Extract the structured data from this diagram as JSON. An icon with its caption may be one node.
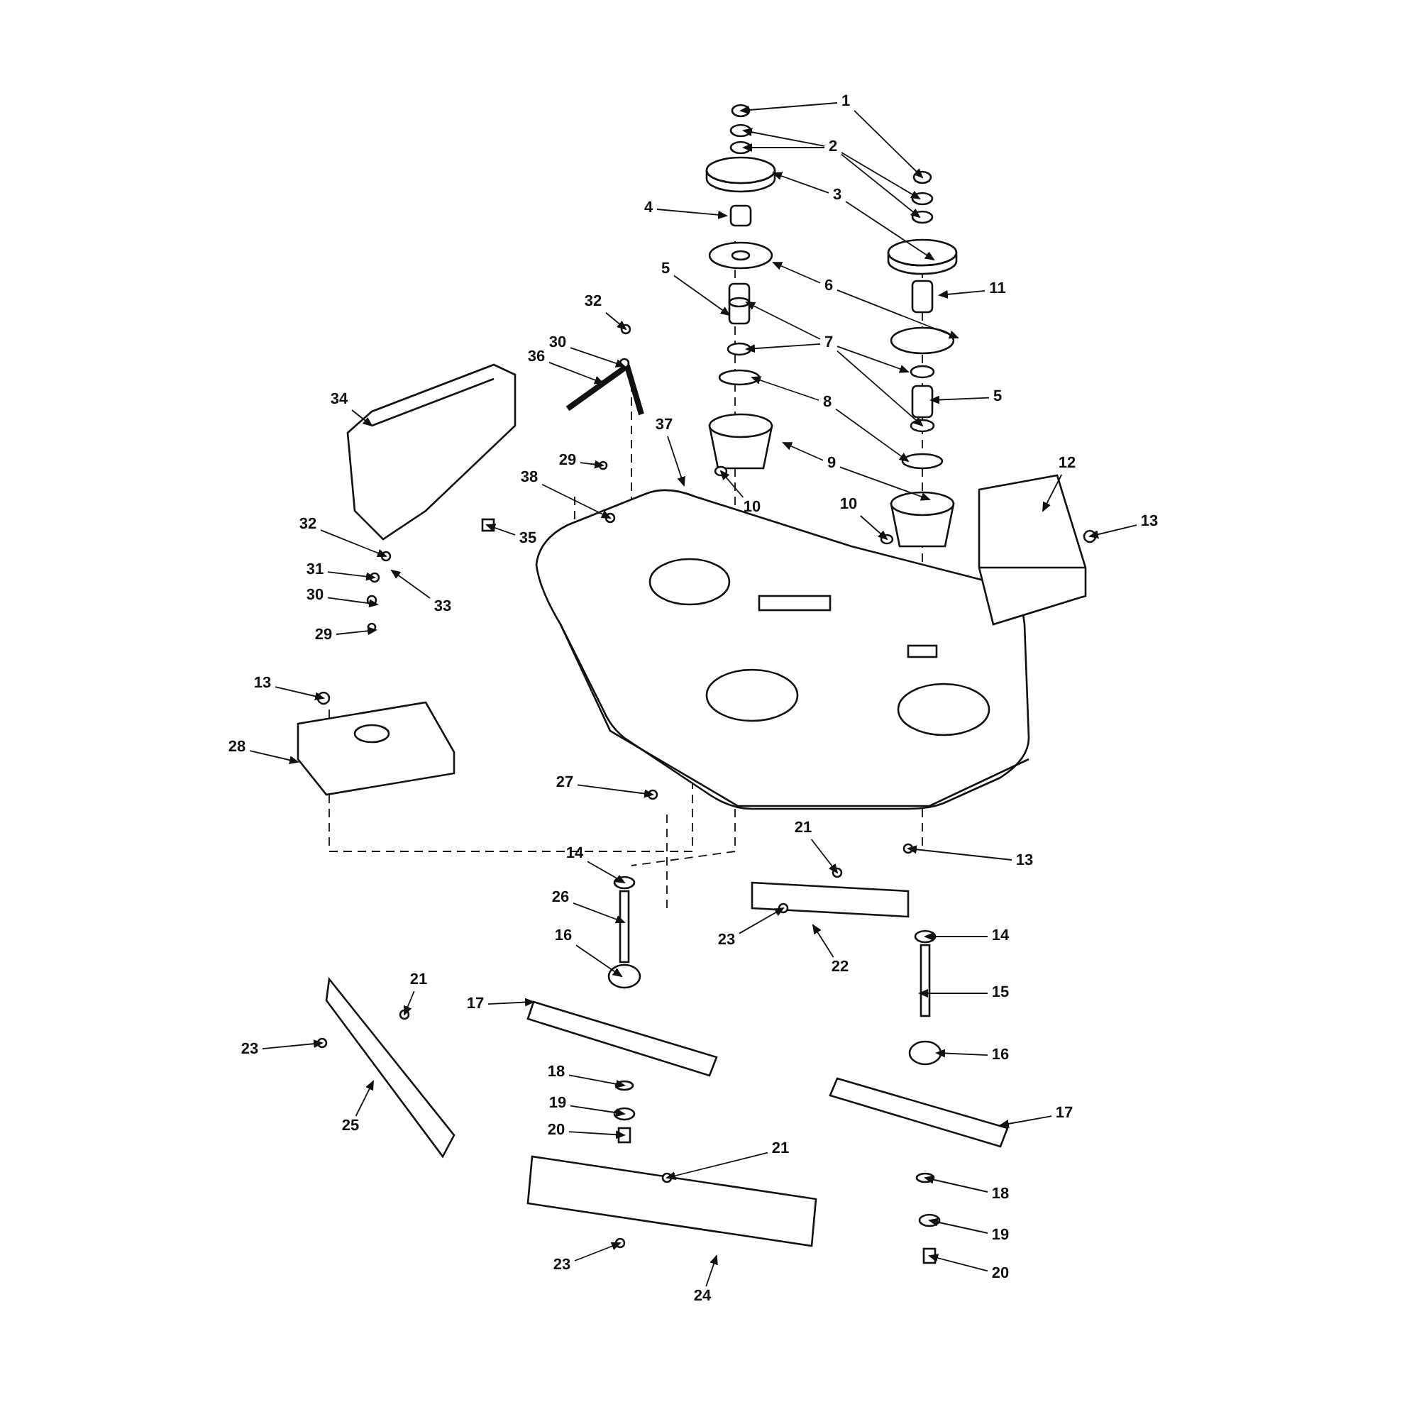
{
  "diagram": {
    "nodes": [
      {
        "text": [
          "1"
        ]
      },
      {
        "text": [
          "2"
        ]
      },
      {
        "text": [
          "3"
        ]
      },
      {
        "text": [
          "4"
        ]
      },
      {
        "text": [
          "5"
        ]
      },
      {
        "text": [
          "6"
        ]
      },
      {
        "text": [
          "11"
        ]
      },
      {
        "text": [
          "32"
        ]
      },
      {
        "text": [
          "7"
        ]
      },
      {
        "text": [
          "30"
        ]
      },
      {
        "text": [
          "36"
        ]
      },
      {
        "text": [
          "5"
        ]
      },
      {
        "text": [
          "34"
        ]
      },
      {
        "text": [
          "8"
        ]
      },
      {
        "text": [
          "37"
        ]
      },
      {
        "text": [
          "29"
        ]
      },
      {
        "text": [
          "9"
        ]
      },
      {
        "text": [
          "12"
        ]
      },
      {
        "text": [
          "38"
        ]
      },
      {
        "text": [
          "10"
        ]
      },
      {
        "text": [
          "10"
        ]
      },
      {
        "text": [
          "13"
        ]
      },
      {
        "text": [
          "32"
        ]
      },
      {
        "text": [
          "35"
        ]
      },
      {
        "text": [
          "31"
        ]
      },
      {
        "text": [
          "33"
        ]
      },
      {
        "text": [
          "30"
        ]
      },
      {
        "text": [
          "29"
        ]
      },
      {
        "text": [
          "13"
        ]
      },
      {
        "text": [
          "28"
        ]
      },
      {
        "text": [
          "27"
        ]
      },
      {
        "text": [
          "21"
        ]
      },
      {
        "text": [
          "14"
        ]
      },
      {
        "text": [
          "13"
        ]
      },
      {
        "text": [
          "26"
        ]
      },
      {
        "text": [
          "14"
        ]
      },
      {
        "text": [
          "23"
        ]
      },
      {
        "text": [
          "16"
        ]
      },
      {
        "text": [
          "22"
        ]
      },
      {
        "text": [
          "21"
        ]
      },
      {
        "text": [
          "15"
        ]
      },
      {
        "text": [
          "17"
        ]
      },
      {
        "text": [
          "23"
        ]
      },
      {
        "text": [
          "16"
        ]
      },
      {
        "text": [
          "18"
        ]
      },
      {
        "text": [
          "19"
        ]
      },
      {
        "text": [
          "17"
        ]
      },
      {
        "text": [
          "25"
        ]
      },
      {
        "text": [
          "20"
        ]
      },
      {
        "text": [
          "21"
        ]
      },
      {
        "text": [
          "18"
        ]
      },
      {
        "text": [
          "19"
        ]
      },
      {
        "text": [
          "23"
        ]
      },
      {
        "text": [
          "20"
        ]
      },
      {
        "text": [
          "24"
        ]
      }
    ],
    "edges": [
      {
        "from": 0,
        "to": null,
        "arrow": "to"
      },
      {
        "from": 0,
        "to": null,
        "arrow": "to"
      },
      {
        "from": 1,
        "to": null,
        "arrow": "to"
      },
      {
        "from": 1,
        "to": null,
        "arrow": "to"
      },
      {
        "from": 1,
        "to": null,
        "arrow": "to"
      },
      {
        "from": 1,
        "to": null,
        "arrow": "to"
      },
      {
        "from": 2,
        "to": null,
        "arrow": "to"
      },
      {
        "from": 2,
        "to": null,
        "arrow": "to"
      },
      {
        "from": 3,
        "to": null,
        "arrow": "to"
      },
      {
        "from": 4,
        "to": null,
        "arrow": "to"
      },
      {
        "from": 5,
        "to": null,
        "arrow": "to"
      },
      {
        "from": 5,
        "to": null,
        "arrow": "to"
      },
      {
        "from": 6,
        "to": null,
        "arrow": "to"
      },
      {
        "from": 7,
        "to": null,
        "arrow": "to"
      },
      {
        "from": 8,
        "to": null,
        "arrow": "to"
      },
      {
        "from": 8,
        "to": null,
        "arrow": "to"
      },
      {
        "from": 8,
        "to": null,
        "arrow": "to"
      },
      {
        "from": 8,
        "to": null,
        "arrow": "to"
      },
      {
        "from": 9,
        "to": null,
        "arrow": "to"
      },
      {
        "from": 10,
        "to": null,
        "arrow": "to"
      },
      {
        "from": 11,
        "to": null,
        "arrow": "to"
      },
      {
        "from": 12,
        "to": null,
        "arrow": "to"
      },
      {
        "from": 13,
        "to": null,
        "arrow": "to"
      },
      {
        "from": 13,
        "to": null,
        "arrow": "to"
      },
      {
        "from": 14,
        "to": null,
        "arrow": "to"
      },
      {
        "from": 15,
        "to": null,
        "arrow": "to"
      },
      {
        "from": 16,
        "to": null,
        "arrow": "to"
      },
      {
        "from": 16,
        "to": null,
        "arrow": "to"
      },
      {
        "from": 17,
        "to": null,
        "arrow": "to"
      },
      {
        "from": 18,
        "to": null,
        "arrow": "to"
      },
      {
        "from": 19,
        "to": null,
        "arrow": "to"
      },
      {
        "from": 20,
        "to": null,
        "arrow": "to"
      },
      {
        "from": 21,
        "to": null,
        "arrow": "to"
      },
      {
        "from": 22,
        "to": null,
        "arrow": "to"
      },
      {
        "from": 23,
        "to": null,
        "arrow": "to"
      },
      {
        "from": 24,
        "to": null,
        "arrow": "to"
      },
      {
        "from": 25,
        "to": null,
        "arrow": "to"
      },
      {
        "from": 26,
        "to": null,
        "arrow": "to"
      },
      {
        "from": 27,
        "to": null,
        "arrow": "to"
      },
      {
        "from": 28,
        "to": null,
        "arrow": "to"
      },
      {
        "from": 29,
        "to": null,
        "arrow": "to"
      },
      {
        "from": 30,
        "to": null,
        "arrow": "to"
      },
      {
        "from": 31,
        "to": null,
        "arrow": "to"
      },
      {
        "from": 32,
        "to": null,
        "arrow": "to"
      },
      {
        "from": 33,
        "to": null,
        "arrow": "to"
      },
      {
        "from": 34,
        "to": null,
        "arrow": "to"
      },
      {
        "from": 35,
        "to": null,
        "arrow": "to"
      },
      {
        "from": 36,
        "to": null,
        "arrow": "to"
      },
      {
        "from": 37,
        "to": null,
        "arrow": "to"
      },
      {
        "from": 38,
        "to": null,
        "arrow": "to"
      },
      {
        "from": 39,
        "to": null,
        "arrow": "to"
      },
      {
        "from": 40,
        "to": null,
        "arrow": "to"
      },
      {
        "from": 41,
        "to": null,
        "arrow": "to"
      },
      {
        "from": 42,
        "to": null,
        "arrow": "to"
      },
      {
        "from": 43,
        "to": null,
        "arrow": "to"
      },
      {
        "from": 44,
        "to": null,
        "arrow": "to"
      },
      {
        "from": 45,
        "to": null,
        "arrow": "to"
      },
      {
        "from": 46,
        "to": null,
        "arrow": "to"
      },
      {
        "from": 47,
        "to": null,
        "arrow": "to"
      },
      {
        "from": 48,
        "to": null,
        "arrow": "to"
      },
      {
        "from": 49,
        "to": null,
        "arrow": "to"
      },
      {
        "from": 50,
        "to": null,
        "arrow": "to"
      },
      {
        "from": 51,
        "to": null,
        "arrow": "to"
      },
      {
        "from": 52,
        "to": null,
        "arrow": "to"
      },
      {
        "from": 53,
        "to": null,
        "arrow": "to"
      },
      {
        "from": 54,
        "to": null,
        "arrow": "to"
      }
    ]
  }
}
